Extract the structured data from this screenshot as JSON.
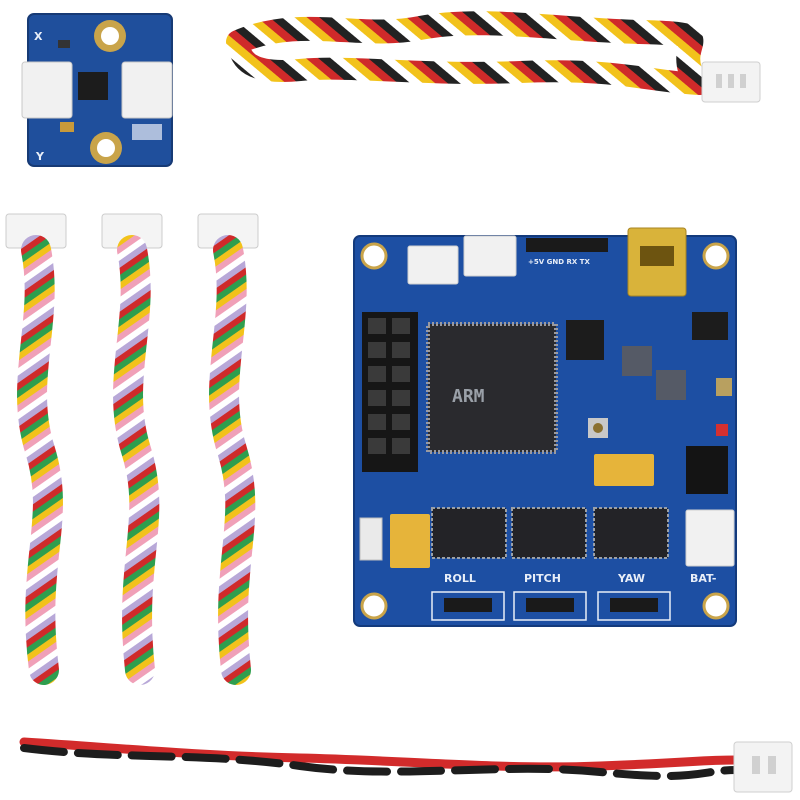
{
  "controller_board": {
    "labels": {
      "roll": "ROLL",
      "pitch": "PITCH",
      "yaw": "YAW",
      "bat": "BAT-",
      "uart": "+5V GND RX TX"
    },
    "mcu_marking": {
      "brand": "ARM"
    },
    "colors": {
      "pcb": "#1d4fa3",
      "pcb_dark": "#163d82",
      "connector": "#f1f1f1",
      "usb": "#d9b33a"
    }
  },
  "imu_board": {
    "colors": {
      "pcb": "#1f4f9c"
    }
  },
  "cables": {
    "servo_cable": {
      "wire_colors": [
        "#cf2a2a",
        "#f2c21b",
        "#ffffff",
        "#222222"
      ]
    },
    "sensor_cable": {
      "count": 3,
      "wire_colors": [
        "#cf2a2a",
        "#2e9e4e",
        "#f2c21b",
        "#f0a0b8",
        "#ffffff",
        "#c0c0c0"
      ]
    },
    "battery_cable": {
      "wire_colors": [
        "#d22b2b",
        "#1d1d1d"
      ]
    }
  }
}
